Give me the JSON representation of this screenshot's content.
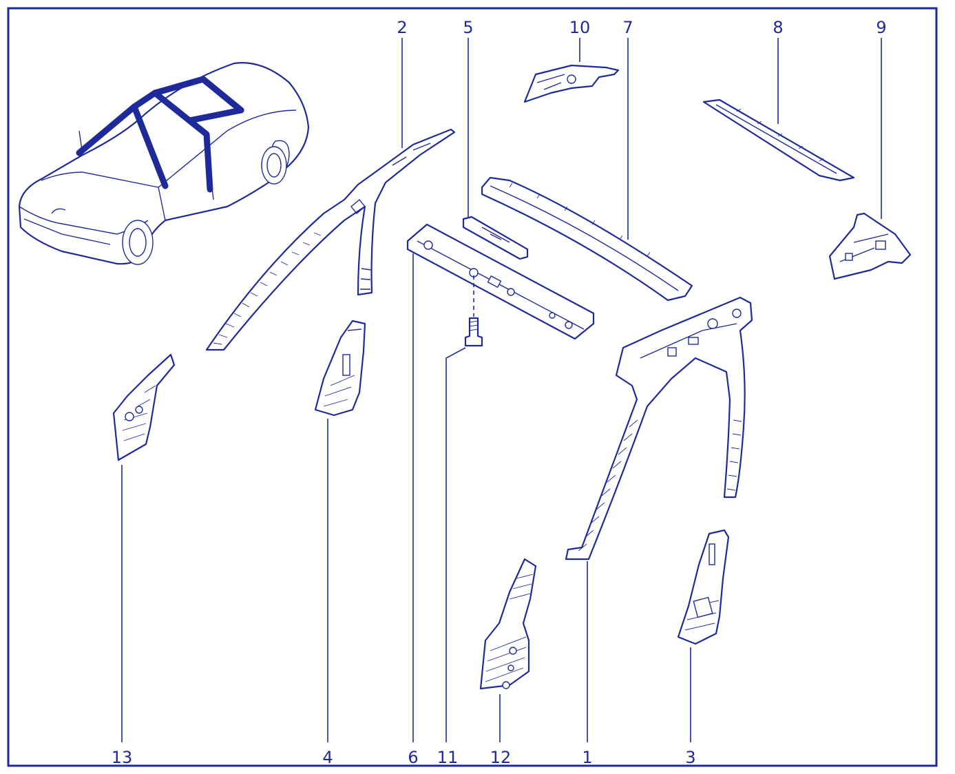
{
  "callouts": [
    {
      "id": "c13",
      "label": "13"
    },
    {
      "id": "c4",
      "label": "4"
    },
    {
      "id": "c6",
      "label": "6"
    },
    {
      "id": "c11",
      "label": "11"
    },
    {
      "id": "c12",
      "label": "12"
    },
    {
      "id": "c1",
      "label": "1"
    },
    {
      "id": "c3",
      "label": "3"
    },
    {
      "id": "c2",
      "label": "2"
    },
    {
      "id": "c5",
      "label": "5"
    },
    {
      "id": "c10",
      "label": "10"
    },
    {
      "id": "c7",
      "label": "7"
    },
    {
      "id": "c8",
      "label": "8"
    },
    {
      "id": "c9",
      "label": "9"
    }
  ],
  "colors": {
    "line": "#1e2a9a",
    "background": "#ffffff"
  }
}
